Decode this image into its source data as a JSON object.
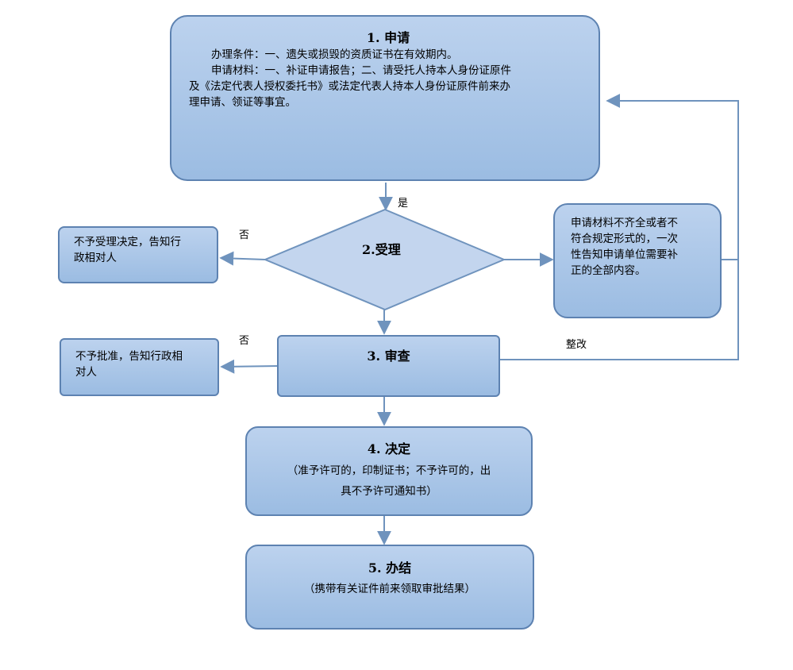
{
  "step1": {
    "title": "1. 申请",
    "conditions": "办理条件：一、遗失或损毁的资质证书在有效期内。",
    "materials_line1": "申请材料：一、补证申请报告；二、请受托人持本人身份证原件",
    "materials_line2": "及《法定代表人授权委托书》或法定代表人持本人身份证原件前来办",
    "materials_line3": "理申请、领证等事宜。"
  },
  "step2": {
    "title": "2.受理"
  },
  "step3": {
    "title": "3. 审查"
  },
  "step4": {
    "title": "4. 决定",
    "line1": "（准予许可的，印制证书；不予许可的，出",
    "line2": "具不予许可通知书）"
  },
  "step5": {
    "title": "5. 办结",
    "detail": "（携带有关证件前来领取审批结果）"
  },
  "reject_accept": {
    "line1": "不予受理决定，告知行",
    "line2": "政相对人"
  },
  "reject_review": {
    "line1": "不予批准，告知行政相",
    "line2": "对人"
  },
  "supplement": {
    "line1": "申请材料不齐全或者不",
    "line2": "符合规定形式的，一次",
    "line3": "性告知申请单位需要补",
    "line4": "正的全部内容。"
  },
  "labels": {
    "yes": "是",
    "no_accept": "否",
    "no_review": "否",
    "rectify": "整改"
  },
  "colors": {
    "box_fill_top": "#bcd2ee",
    "box_fill_bottom": "#9bbce2",
    "box_border": "#5d82b1",
    "connector": "#6f93bd",
    "diamond_fill": "#c3d5ee"
  }
}
